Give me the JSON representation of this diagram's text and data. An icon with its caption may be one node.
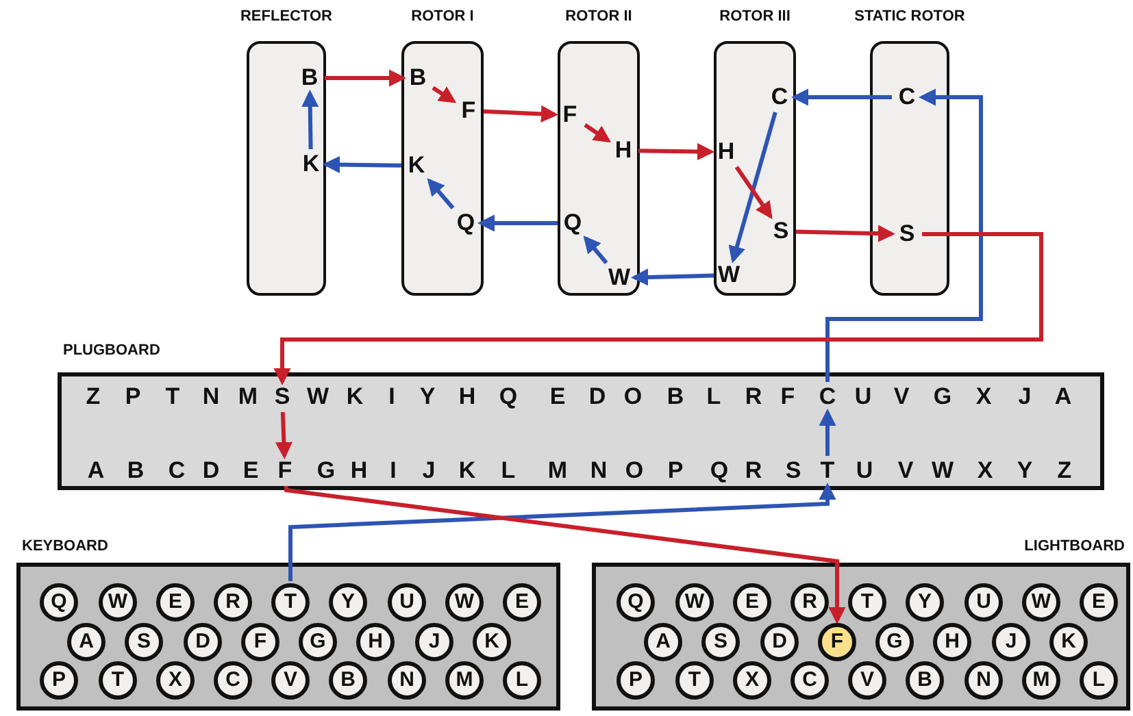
{
  "diagram": {
    "nodes": [
      {
        "text": [
          "REFLECTOR"
        ]
      },
      {
        "text": [
          "B"
        ],
        "in": 0
      },
      {
        "text": [
          "K"
        ],
        "in": 0
      },
      {
        "text": [
          "ROTOR I"
        ]
      },
      {
        "text": [
          "B"
        ],
        "in": 3
      },
      {
        "text": [
          "F"
        ],
        "in": 3
      },
      {
        "text": [
          "K"
        ],
        "in": 3
      },
      {
        "text": [
          "Q"
        ],
        "in": 3
      },
      {
        "text": [
          "ROTOR II"
        ]
      },
      {
        "text": [
          "F"
        ],
        "in": 8
      },
      {
        "text": [
          "H"
        ],
        "in": 8
      },
      {
        "text": [
          "Q"
        ],
        "in": 8
      },
      {
        "text": [
          "W"
        ],
        "in": 8
      },
      {
        "text": [
          "ROTOR III"
        ]
      },
      {
        "text": [
          "C"
        ],
        "in": 13
      },
      {
        "text": [
          "H"
        ],
        "in": 13
      },
      {
        "text": [
          "S"
        ],
        "in": 13
      },
      {
        "text": [
          "W"
        ],
        "in": 13
      },
      {
        "text": [
          "STATIC ROTOR"
        ]
      },
      {
        "text": [
          "C"
        ],
        "in": 18
      },
      {
        "text": [
          "S"
        ],
        "in": 18
      },
      {
        "text": [
          "PLUGBOARD"
        ]
      },
      {
        "text": [
          "Z"
        ],
        "in": 21
      },
      {
        "text": [
          "P"
        ],
        "in": 21
      },
      {
        "text": [
          "T"
        ],
        "in": 21
      },
      {
        "text": [
          "N"
        ],
        "in": 21
      },
      {
        "text": [
          "M"
        ],
        "in": 21
      },
      {
        "text": [
          "S"
        ],
        "in": 21
      },
      {
        "text": [
          "W"
        ],
        "in": 21
      },
      {
        "text": [
          "K"
        ],
        "in": 21
      },
      {
        "text": [
          "I"
        ],
        "in": 21
      },
      {
        "text": [
          "Y"
        ],
        "in": 21
      },
      {
        "text": [
          "H"
        ],
        "in": 21
      },
      {
        "text": [
          "Q"
        ],
        "in": 21
      },
      {
        "text": [
          "E"
        ],
        "in": 21
      },
      {
        "text": [
          "D"
        ],
        "in": 21
      },
      {
        "text": [
          "O"
        ],
        "in": 21
      },
      {
        "text": [
          "B"
        ],
        "in": 21
      },
      {
        "text": [
          "L"
        ],
        "in": 21
      },
      {
        "text": [
          "R"
        ],
        "in": 21
      },
      {
        "text": [
          "F"
        ],
        "in": 21
      },
      {
        "text": [
          "C"
        ],
        "in": 21
      },
      {
        "text": [
          "U"
        ],
        "in": 21
      },
      {
        "text": [
          "V"
        ],
        "in": 21
      },
      {
        "text": [
          "G"
        ],
        "in": 21
      },
      {
        "text": [
          "X"
        ],
        "in": 21
      },
      {
        "text": [
          "J"
        ],
        "in": 21
      },
      {
        "text": [
          "A"
        ],
        "in": 21
      },
      {
        "text": [
          "A"
        ],
        "in": 21
      },
      {
        "text": [
          "B"
        ],
        "in": 21
      },
      {
        "text": [
          "C"
        ],
        "in": 21
      },
      {
        "text": [
          "D"
        ],
        "in": 21
      },
      {
        "text": [
          "E"
        ],
        "in": 21
      },
      {
        "text": [
          "F"
        ],
        "in": 21
      },
      {
        "text": [
          "G"
        ],
        "in": 21
      },
      {
        "text": [
          "H"
        ],
        "in": 21
      },
      {
        "text": [
          "I"
        ],
        "in": 21
      },
      {
        "text": [
          "J"
        ],
        "in": 21
      },
      {
        "text": [
          "K"
        ],
        "in": 21
      },
      {
        "text": [
          "L"
        ],
        "in": 21
      },
      {
        "text": [
          "M"
        ],
        "in": 21
      },
      {
        "text": [
          "N"
        ],
        "in": 21
      },
      {
        "text": [
          "O"
        ],
        "in": 21
      },
      {
        "text": [
          "P"
        ],
        "in": 21
      },
      {
        "text": [
          "Q"
        ],
        "in": 21
      },
      {
        "text": [
          "R"
        ],
        "in": 21
      },
      {
        "text": [
          "S"
        ],
        "in": 21
      },
      {
        "text": [
          "T"
        ],
        "in": 21
      },
      {
        "text": [
          "U"
        ],
        "in": 21
      },
      {
        "text": [
          "V"
        ],
        "in": 21
      },
      {
        "text": [
          "W"
        ],
        "in": 21
      },
      {
        "text": [
          "X"
        ],
        "in": 21
      },
      {
        "text": [
          "Y"
        ],
        "in": 21
      },
      {
        "text": [
          "Z"
        ],
        "in": 21
      },
      {
        "text": [
          "KEYBOARD"
        ]
      },
      {
        "text": [
          "Q"
        ],
        "in": 74
      },
      {
        "text": [
          "W"
        ],
        "in": 74
      },
      {
        "text": [
          "E"
        ],
        "in": 74
      },
      {
        "text": [
          "R"
        ],
        "in": 74
      },
      {
        "text": [
          "T"
        ],
        "in": 74
      },
      {
        "text": [
          "Y"
        ],
        "in": 74
      },
      {
        "text": [
          "U"
        ],
        "in": 74
      },
      {
        "text": [
          "W"
        ],
        "in": 74
      },
      {
        "text": [
          "E"
        ],
        "in": 74
      },
      {
        "text": [
          "A"
        ],
        "in": 74
      },
      {
        "text": [
          "S"
        ],
        "in": 74
      },
      {
        "text": [
          "D"
        ],
        "in": 74
      },
      {
        "text": [
          "F"
        ],
        "in": 74
      },
      {
        "text": [
          "G"
        ],
        "in": 74
      },
      {
        "text": [
          "H"
        ],
        "in": 74
      },
      {
        "text": [
          "J"
        ],
        "in": 74
      },
      {
        "text": [
          "K"
        ],
        "in": 74
      },
      {
        "text": [
          "P"
        ],
        "in": 74
      },
      {
        "text": [
          "T"
        ],
        "in": 74
      },
      {
        "text": [
          "X"
        ],
        "in": 74
      },
      {
        "text": [
          "C"
        ],
        "in": 74
      },
      {
        "text": [
          "V"
        ],
        "in": 74
      },
      {
        "text": [
          "B"
        ],
        "in": 74
      },
      {
        "text": [
          "N"
        ],
        "in": 74
      },
      {
        "text": [
          "M"
        ],
        "in": 74
      },
      {
        "text": [
          "L"
        ],
        "in": 74
      },
      {
        "text": [
          "LIGHTBOARD"
        ]
      },
      {
        "text": [
          "Q"
        ],
        "in": 101
      },
      {
        "text": [
          "W"
        ],
        "in": 101
      },
      {
        "text": [
          "E"
        ],
        "in": 101
      },
      {
        "text": [
          "R"
        ],
        "in": 101
      },
      {
        "text": [
          "T"
        ],
        "in": 101
      },
      {
        "text": [
          "Y"
        ],
        "in": 101
      },
      {
        "text": [
          "U"
        ],
        "in": 101
      },
      {
        "text": [
          "W"
        ],
        "in": 101
      },
      {
        "text": [
          "E"
        ],
        "in": 101
      },
      {
        "text": [
          "A"
        ],
        "in": 101
      },
      {
        "text": [
          "S"
        ],
        "in": 101
      },
      {
        "text": [
          "D"
        ],
        "in": 101
      },
      {
        "text": [
          "F"
        ],
        "in": 101
      },
      {
        "text": [
          "G"
        ],
        "in": 101
      },
      {
        "text": [
          "H"
        ],
        "in": 101
      },
      {
        "text": [
          "J"
        ],
        "in": 101
      },
      {
        "text": [
          "K"
        ],
        "in": 101
      },
      {
        "text": [
          "P"
        ],
        "in": 101
      },
      {
        "text": [
          "T"
        ],
        "in": 101
      },
      {
        "text": [
          "X"
        ],
        "in": 101
      },
      {
        "text": [
          "C"
        ],
        "in": 101
      },
      {
        "text": [
          "V"
        ],
        "in": 101
      },
      {
        "text": [
          "B"
        ],
        "in": 101
      },
      {
        "text": [
          "N"
        ],
        "in": 101
      },
      {
        "text": [
          "M"
        ],
        "in": 101
      },
      {
        "text": [
          "L"
        ],
        "in": 101
      }
    ],
    "edges": [
      {
        "from": 79,
        "to": 67,
        "arrow": "to",
        "color": "#2e54b4"
      },
      {
        "from": 67,
        "to": 41,
        "arrow": "to",
        "color": "#2e54b4"
      },
      {
        "from": 41,
        "to": 19,
        "arrow": "to",
        "color": "#2e54b4"
      },
      {
        "from": 19,
        "to": 14,
        "arrow": "to",
        "color": "#2e54b4"
      },
      {
        "from": 14,
        "to": 17,
        "arrow": "to",
        "color": "#2e54b4"
      },
      {
        "from": 17,
        "to": 12,
        "arrow": "to",
        "color": "#2e54b4"
      },
      {
        "from": 12,
        "to": 11,
        "arrow": "to",
        "color": "#2e54b4"
      },
      {
        "from": 11,
        "to": 7,
        "arrow": "to",
        "color": "#2e54b4"
      },
      {
        "from": 7,
        "to": 6,
        "arrow": "to",
        "color": "#2e54b4"
      },
      {
        "from": 6,
        "to": 2,
        "arrow": "to",
        "color": "#2e54b4"
      },
      {
        "from": 2,
        "to": 1,
        "arrow": "to",
        "color": "#2e54b4"
      },
      {
        "from": 1,
        "to": 4,
        "arrow": "to",
        "color": "#c8202b"
      },
      {
        "from": 4,
        "to": 5,
        "arrow": "to",
        "color": "#c8202b"
      },
      {
        "from": 5,
        "to": 9,
        "arrow": "to",
        "color": "#c8202b"
      },
      {
        "from": 9,
        "to": 10,
        "arrow": "to",
        "color": "#c8202b"
      },
      {
        "from": 10,
        "to": 15,
        "arrow": "to",
        "color": "#c8202b"
      },
      {
        "from": 15,
        "to": 16,
        "arrow": "to",
        "color": "#c8202b"
      },
      {
        "from": 16,
        "to": 20,
        "arrow": "to",
        "color": "#c8202b"
      },
      {
        "from": 20,
        "to": 27,
        "arrow": "to",
        "color": "#c8202b"
      },
      {
        "from": 27,
        "to": 53,
        "arrow": "to",
        "color": "#c8202b"
      },
      {
        "from": 53,
        "to": 114,
        "arrow": "to",
        "color": "#c8202b"
      }
    ]
  }
}
